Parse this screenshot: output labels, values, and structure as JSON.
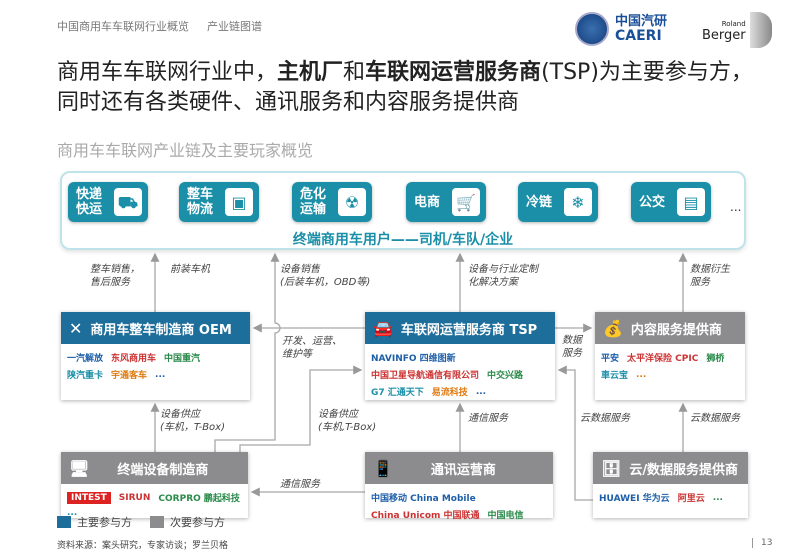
{
  "header": {
    "breadcrumb": [
      "中国商用车车联网行业概览",
      "产业链图谱"
    ],
    "logos": {
      "caeri_cn": "中国汽研",
      "caeri_en": "CAERI",
      "rb_small": "Roland",
      "rb_big": "Berger"
    }
  },
  "title": {
    "part1": "商用车车联网行业中，",
    "bold1": "主机厂",
    "part2": "和",
    "bold2": "车联网运营服务商",
    "part3": "(TSP)为主要参与方，同时还有各类硬件、通讯服务和内容服务提供商"
  },
  "subtitle": "商用车车联网产业链及主要玩家概览",
  "users": {
    "tiles": [
      {
        "label": "快递\n快运",
        "icon": "hand-truck-icon",
        "glyph": "⛟"
      },
      {
        "label": "整车\n物流",
        "icon": "truck-front-icon",
        "glyph": "▣"
      },
      {
        "label": "危化\n运输",
        "icon": "hazard-icon",
        "glyph": "☢"
      },
      {
        "label": "电商",
        "icon": "laptop-cart-icon",
        "glyph": "🛒"
      },
      {
        "label": "冷链",
        "icon": "snowflake-icon",
        "glyph": "❄"
      },
      {
        "label": "公交",
        "icon": "bus-icon",
        "glyph": "▤"
      }
    ],
    "more": "...",
    "caption": "终端商用车用户——司机/车队/企业"
  },
  "flows": {
    "oem_to_user": "整车销售，\n售后服务",
    "prefit": "前装车机",
    "device_sales": "设备销售\n(后装车机，OBD等)",
    "tsp_to_user": "设备与行业定制\n化解决方案",
    "content_to_user": "数据衍生\n服务",
    "tsp_to_oem": "开发、运营、\n维护等",
    "tsp_to_content": "数据\n服务",
    "terminal_to_oem": "设备供应\n(车机，T-Box)",
    "terminal_to_tsp": "设备供应\n(车机,T-Box)",
    "telecom_to_tsp": "通信服务",
    "cloud_to_tsp": "云数据服务",
    "cloud_to_content": "云数据服务",
    "telecom_to_terminal": "通信服务"
  },
  "boxes": {
    "oem": {
      "title": "商用车整车制造商 OEM",
      "logos": [
        "一汽解放",
        "东风商用车",
        "中国重汽",
        "陕汽重卡",
        "宇通客车",
        "..."
      ]
    },
    "tsp": {
      "title": "车联网运营服务商 TSP",
      "logos": [
        "NAVINFO 四维图新",
        "中国卫星导航通信有限公司",
        "中交兴路",
        "G7 汇通天下",
        "易流科技",
        "..."
      ]
    },
    "content": {
      "title": "内容服务提供商",
      "logos": [
        "平安",
        "太平洋保险 CPIC",
        "狮桥",
        "車云宝",
        "..."
      ]
    },
    "terminal": {
      "title": "终端设备制造商",
      "logos": [
        "INTEST",
        "SIRUN",
        "CORPRO 鹏起科技",
        "..."
      ]
    },
    "telecom": {
      "title": "通讯运营商",
      "logos": [
        "中国移动 China Mobile",
        "China Unicom 中国联通",
        "中国电信"
      ]
    },
    "cloud": {
      "title": "云/数据服务提供商",
      "logos": [
        "HUAWEI 华为云",
        "阿里云",
        "..."
      ]
    }
  },
  "legend": {
    "primary": "主要参与方",
    "secondary": "次要参与方"
  },
  "colors": {
    "primary": "#1e6e9b",
    "secondary": "#8c8c8f",
    "teal": "#1b8fa8"
  },
  "source": "资料来源：案头研究，专家访谈；罗兰贝格",
  "page": "13"
}
